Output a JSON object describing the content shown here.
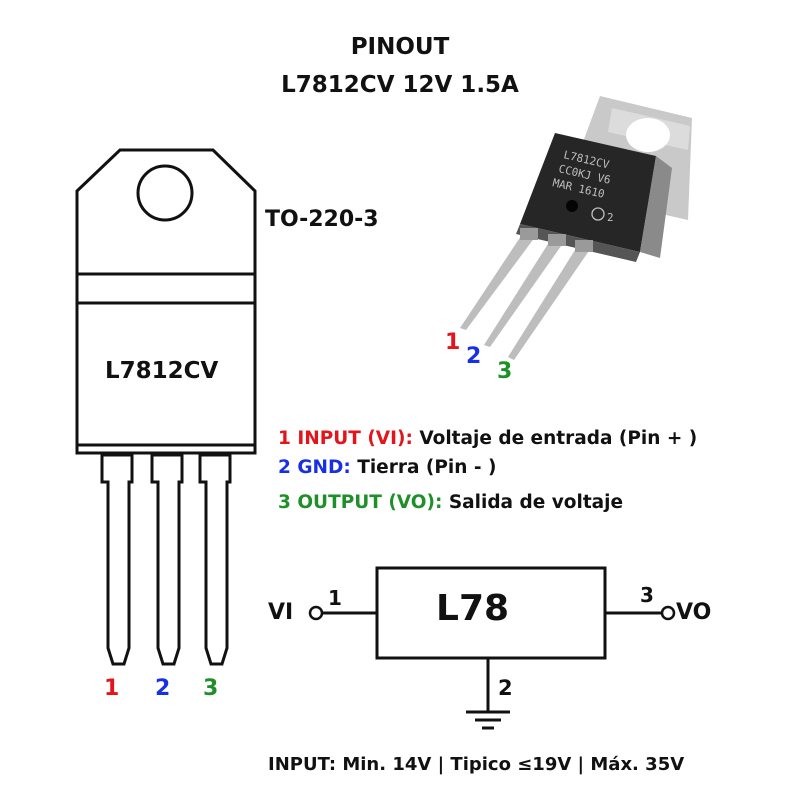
{
  "header": {
    "title": "PINOUT",
    "subtitle": "L7812CV  12V 1.5A"
  },
  "package": {
    "name": "TO-220-3",
    "body_label": "L7812CV",
    "pin_numbers": [
      "1",
      "2",
      "3"
    ]
  },
  "photo": {
    "marking_lines": [
      "L7812CV",
      "CC0KJ  V6",
      "MAR    1610",
      "2"
    ],
    "pin_numbers": [
      "1",
      "2",
      "3"
    ]
  },
  "pin_legend": [
    {
      "number": "1",
      "name": "INPUT (VI):",
      "description": "Voltaje de entrada  (Pin + )",
      "color": "#e3151b"
    },
    {
      "number": "2",
      "name": "GND:",
      "description": "Tierra  (Pin - )",
      "color": "#1730e6"
    },
    {
      "number": "3",
      "name": "OUTPUT (VO):",
      "description": "Salida de voltaje",
      "color": "#1f8f2a"
    }
  ],
  "schematic": {
    "block_label": "L78",
    "input_label": "VI",
    "output_label": "VO",
    "input_pin": "1",
    "output_pin": "3",
    "ground_pin": "2"
  },
  "specs": "INPUT: Min. 14V | Tipico ≤19V | Máx. 35V",
  "colors": {
    "pin1": "#e3151b",
    "pin2": "#1730e6",
    "pin3": "#1f8f2a",
    "ink": "#111111"
  }
}
